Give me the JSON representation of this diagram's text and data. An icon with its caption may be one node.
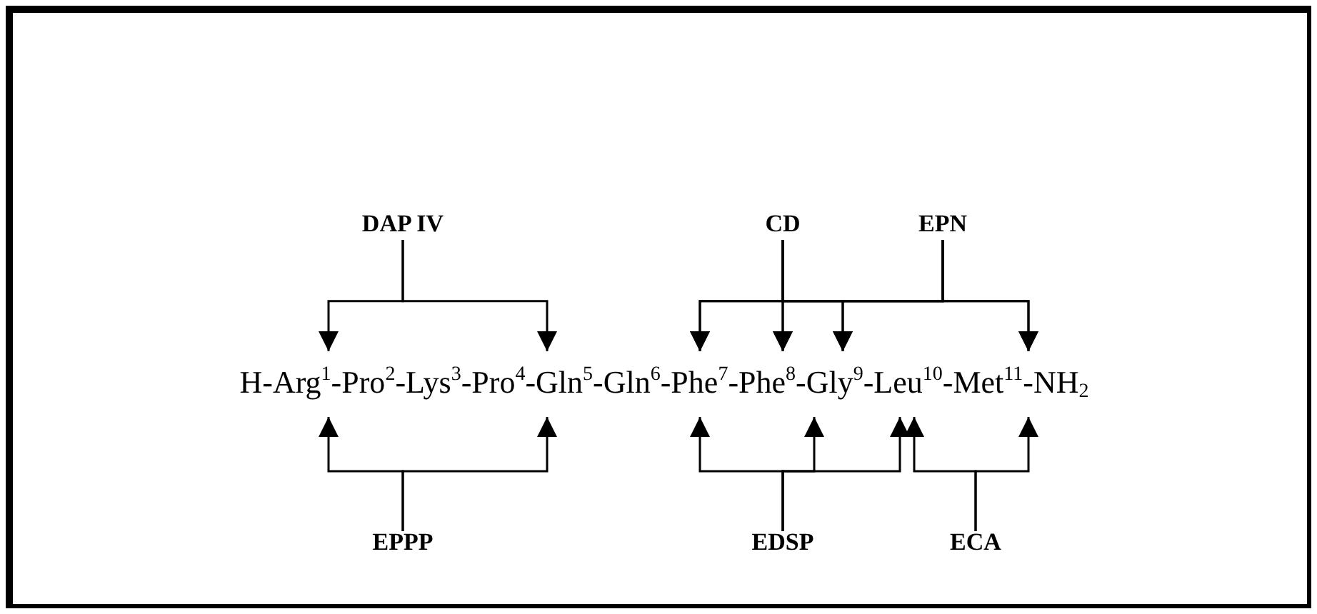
{
  "diagram": {
    "nodes": [
      {
        "text": [
          "DAP IV"
        ]
      },
      {
        "text": [
          "CD"
        ]
      },
      {
        "text": [
          "EPN"
        ]
      },
      {
        "text": [
          "EPPP"
        ]
      },
      {
        "text": [
          "EDSP"
        ]
      },
      {
        "text": [
          "ECA"
        ]
      },
      {
        "text": [
          "H-Arg$^{1}$-Pro$^{2}$-Lys$^{3}$-Pro$^{4}$-Gln$^{5}$-Gln$^{6}$-Phe$^{7}$-Phe$^{8}$-Gly$^{9}$-Leu$^{10}$-Met$^{11}$-NH$_{2}$"
        ]
      }
    ],
    "edges": [
      {
        "from": 0,
        "to": 6,
        "arrow": "to"
      },
      {
        "from": 0,
        "to": 6,
        "arrow": "to"
      },
      {
        "from": 1,
        "to": 6,
        "arrow": "to"
      },
      {
        "from": 1,
        "to": 6,
        "arrow": "to"
      },
      {
        "from": 1,
        "to": 6,
        "arrow": "to"
      },
      {
        "from": 1,
        "to": 6,
        "arrow": "to"
      },
      {
        "from": 2,
        "to": 6,
        "arrow": "to"
      },
      {
        "from": 2,
        "to": 6,
        "arrow": "to"
      },
      {
        "from": 2,
        "to": 6,
        "arrow": "to"
      },
      {
        "from": 2,
        "to": 6,
        "arrow": "to"
      },
      {
        "from": 3,
        "to": 6,
        "arrow": "to"
      },
      {
        "from": 3,
        "to": 6,
        "arrow": "to"
      },
      {
        "from": 4,
        "to": 6,
        "arrow": "to"
      },
      {
        "from": 4,
        "to": 6,
        "arrow": "to"
      },
      {
        "from": 4,
        "to": 6,
        "arrow": "to"
      },
      {
        "from": 5,
        "to": 6,
        "arrow": "to"
      },
      {
        "from": 5,
        "to": 6,
        "arrow": "to"
      }
    ]
  }
}
